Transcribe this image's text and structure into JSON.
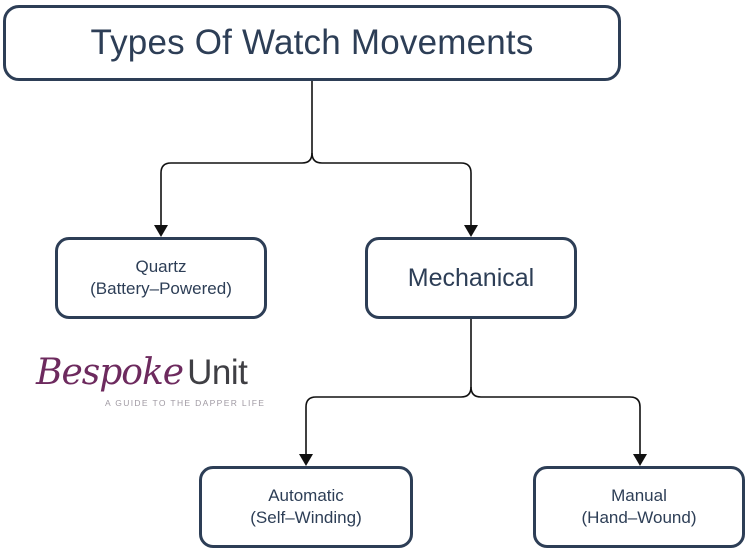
{
  "diagram": {
    "type": "flowchart-tree",
    "title": "Types Of Watch Movements",
    "accent_color": "#2d3e56",
    "background_color": "#ffffff",
    "connector_color": "#000000",
    "nodes": [
      {
        "id": "title",
        "label": "Types Of Watch Movements",
        "line1": "Types Of Watch Movements",
        "line2": "",
        "level": 0
      },
      {
        "id": "quartz",
        "label": "Quartz (Battery-Powered)",
        "line1": "Quartz",
        "line2": "(Battery–Powered)",
        "level": 1
      },
      {
        "id": "mechanical",
        "label": "Mechanical",
        "line1": "Mechanical",
        "line2": "",
        "level": 1
      },
      {
        "id": "automatic",
        "label": "Automatic (Self-Winding)",
        "line1": "Automatic",
        "line2": "(Self–Winding)",
        "level": 2
      },
      {
        "id": "manual",
        "label": "Manual (Hand-Wound)",
        "line1": "Manual",
        "line2": "(Hand–Wound)",
        "level": 2
      }
    ],
    "edges": [
      {
        "from": "title",
        "to": "quartz"
      },
      {
        "from": "title",
        "to": "mechanical"
      },
      {
        "from": "mechanical",
        "to": "automatic"
      },
      {
        "from": "mechanical",
        "to": "manual"
      }
    ]
  },
  "logo": {
    "brand_script": "Bespoke",
    "brand_sans": "Unit",
    "tagline": "A GUIDE TO THE DAPPER LIFE",
    "script_color": "#6d2a5e",
    "sans_color": "#3f3f44",
    "tagline_color": "#a09aa3"
  }
}
